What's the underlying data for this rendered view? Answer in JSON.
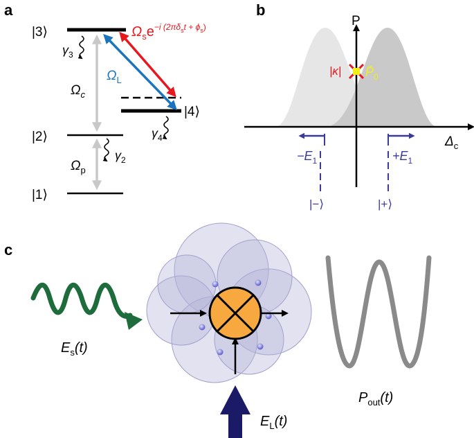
{
  "panel_a": {
    "letter": "a",
    "levels": {
      "l3": "|3⟩",
      "l2": "|2⟩",
      "l1": "|1⟩",
      "l4": "|4⟩"
    },
    "omega_s": {
      "sym": "Ω",
      "sub": "s",
      "exp_base": "e",
      "exponent": "−i (2πδ",
      "exp_sub1": "s",
      "exp_mid": "t + ϕ",
      "exp_sub2": "s",
      "exp_end": ")"
    },
    "omega_L": {
      "sym": "Ω",
      "sub": "L"
    },
    "omega_c": {
      "sym": "Ω",
      "sub": "c"
    },
    "omega_p": {
      "sym": "Ω",
      "sub": "p"
    },
    "gamma3": {
      "sym": "γ",
      "sub": "3"
    },
    "gamma4": {
      "sym": "γ",
      "sub": "4"
    },
    "gamma2": {
      "sym": "γ",
      "sub": "2"
    },
    "colors": {
      "red": "#e8161d",
      "blue": "#1c75bc",
      "gray": "#c8c8c8"
    }
  },
  "panel_b": {
    "letter": "b",
    "y_axis": "P",
    "x_axis": {
      "sym": "Δ",
      "sub": "c"
    },
    "kappa": "|κ|",
    "p0": {
      "sym": "P̄",
      "sub": "0"
    },
    "minus_e1": {
      "text": "−E",
      "sub": "1"
    },
    "plus_e1": {
      "text": "+E",
      "sub": "1"
    },
    "ket_minus": "|−⟩",
    "ket_plus": "|+⟩",
    "colors": {
      "left_peak": "#e6e6e6",
      "right_peak": "#c9c9c9",
      "accent": "#3a3a9a",
      "marker": "#f2ee1a"
    }
  },
  "panel_c": {
    "letter": "c",
    "es": {
      "sym": "E",
      "sub": "s",
      "arg": "(t)"
    },
    "el": {
      "sym": "E",
      "sub": "L",
      "arg": "(t)"
    },
    "pout": {
      "sym": "P",
      "sub": "out",
      "arg": "(t)"
    },
    "colors": {
      "wave": "#1e6b3c",
      "mixer": "#f7a83e",
      "arrow": "#1a1a66",
      "output": "#8a8a8a",
      "cloud": "#b4b4d8"
    }
  }
}
